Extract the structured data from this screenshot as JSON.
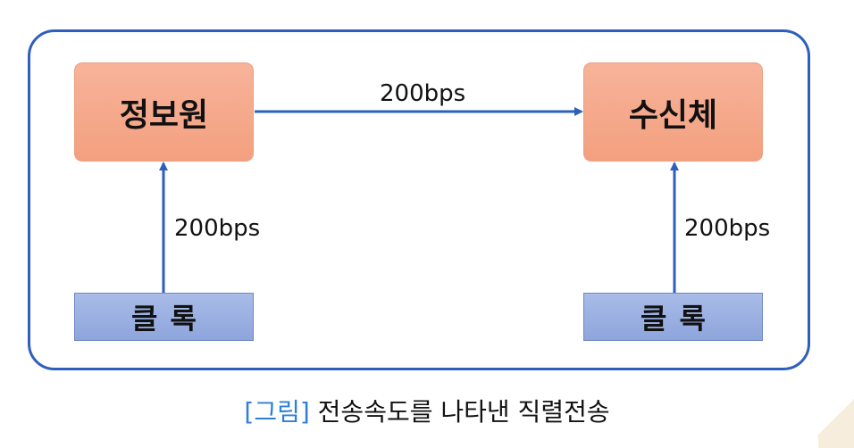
{
  "diagram": {
    "source_node": "정보원",
    "sink_node": "수신체",
    "clock_left": "클록",
    "clock_right": "클록",
    "rate_main": "200bps",
    "rate_left": "200bps",
    "rate_right": "200bps"
  },
  "caption": {
    "tag": "[그림]",
    "text": "전송속도를 나타낸 직렬전송"
  },
  "colors": {
    "frame": "#2f5fbd",
    "arrow": "#2f5fbd",
    "node_orange": "#f3a07f",
    "node_blue": "#8ea5dc",
    "caption_tag": "#2f7fd6"
  }
}
